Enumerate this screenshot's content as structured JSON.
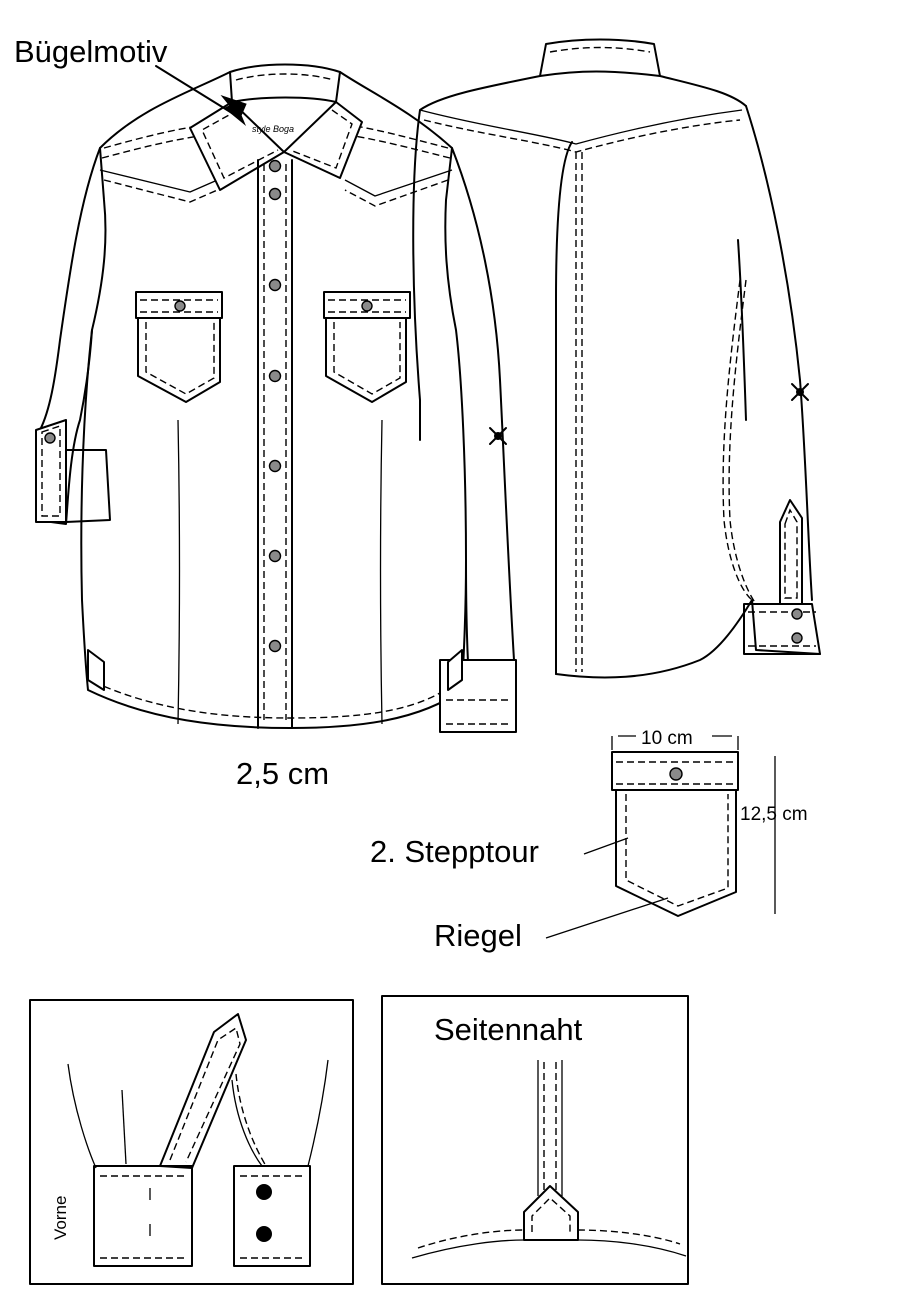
{
  "labels": {
    "motif": "Bügelmotiv",
    "placket_width": "2,5 cm",
    "pocket_width": "10 cm",
    "pocket_height": "12,5 cm",
    "second_topstitch": "2. Stepptour",
    "bartack": "Riegel",
    "side_seam": "Seitennaht",
    "front": "Vorne",
    "collar_logo": "style Boga"
  }
}
